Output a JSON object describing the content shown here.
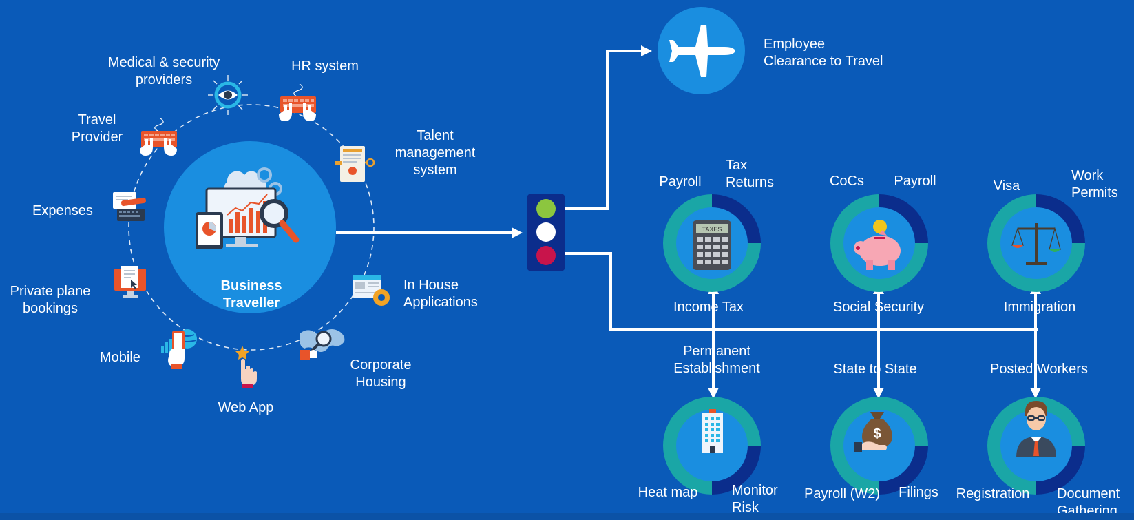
{
  "hub": {
    "title_line1": "Business",
    "title_line2": "Traveller"
  },
  "ring_items": [
    {
      "id": "medical",
      "line1": "Medical & security",
      "line2": "providers",
      "icon": "eye-icon"
    },
    {
      "id": "hr",
      "line1": "HR system",
      "line2": "",
      "icon": "keyboard-hands-icon"
    },
    {
      "id": "travel",
      "line1": "Travel",
      "line2": "Provider",
      "icon": "keyboard-hands-icon"
    },
    {
      "id": "talent",
      "line1": "Talent",
      "line2": "management",
      "line3": "system",
      "icon": "document-scroll-icon"
    },
    {
      "id": "expenses",
      "line1": "Expenses",
      "line2": "",
      "icon": "receipt-card-icon"
    },
    {
      "id": "inhouse",
      "line1": "In House",
      "line2": "Applications",
      "icon": "browser-gear-icon"
    },
    {
      "id": "private",
      "line1": "Private plane",
      "line2": "bookings",
      "icon": "monitor-document-icon"
    },
    {
      "id": "mobile",
      "line1": "Mobile",
      "line2": "",
      "icon": "mobile-globe-icon"
    },
    {
      "id": "corporate",
      "line1": "Corporate",
      "line2": "Housing",
      "icon": "world-map-search-icon"
    },
    {
      "id": "webapp",
      "line1": "Web App",
      "line2": "",
      "icon": "hand-touch-star-icon"
    }
  ],
  "clearance": {
    "line1": "Employee",
    "line2": "Clearance to Travel",
    "icon": "airplane-icon"
  },
  "traffic_light": {
    "colors": [
      "#8cc63f",
      "#ffffff",
      "#c8144b"
    ]
  },
  "top_modules": [
    {
      "id": "income",
      "label": "Income Tax",
      "left_tag": "Payroll",
      "right_tag_line1": "Tax",
      "right_tag_line2": "Returns",
      "icon": "calculator-taxes-icon",
      "icon_text": "TAXES"
    },
    {
      "id": "social",
      "label": "Social Security",
      "left_tag": "CoCs",
      "right_tag_line1": "Payroll",
      "right_tag_line2": "",
      "icon": "piggy-bank-icon"
    },
    {
      "id": "immigration",
      "label": "Immigration",
      "left_tag": "Visa",
      "right_tag_line1": "Work",
      "right_tag_line2": "Permits",
      "icon": "scales-icon"
    }
  ],
  "bottom_modules": [
    {
      "id": "pe",
      "label_line1": "Permanent",
      "label_line2": "Establishment",
      "left_tag": "Heat map",
      "right_tag_line1": "Monitor",
      "right_tag_line2": "Risk",
      "icon": "building-icon"
    },
    {
      "id": "state",
      "label_line1": "State to State",
      "label_line2": "",
      "left_tag": "Payroll (W2)",
      "right_tag_line1": "Filings",
      "right_tag_line2": "",
      "icon": "money-bag-icon",
      "icon_text": "$"
    },
    {
      "id": "posted",
      "label_line1": "Posted Workers",
      "label_line2": "",
      "left_tag": "Registration",
      "right_tag_line1": "Document",
      "right_tag_line2": "Gathering",
      "icon": "businessman-icon"
    }
  ],
  "colors": {
    "background": "#0a5ab8",
    "circle": "#1a8ee0",
    "teal": "#1aa6a6",
    "navy": "#0b2d8c",
    "orange": "#e8542a"
  }
}
